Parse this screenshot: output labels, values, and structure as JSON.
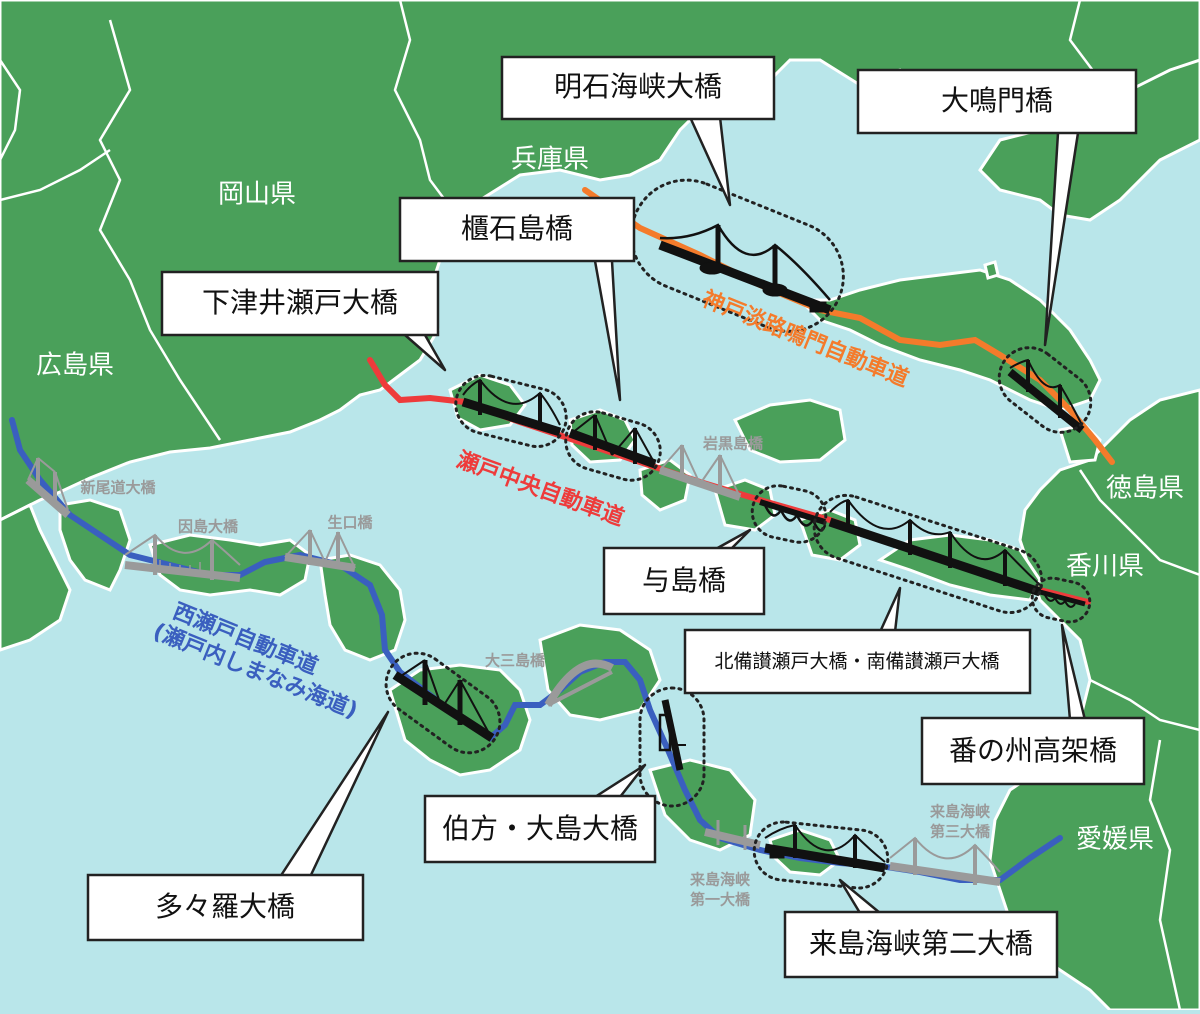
{
  "prefectures": {
    "okayama": "岡山県",
    "hyogo": "兵庫県",
    "hiroshima": "広島県",
    "tokushima": "徳島県",
    "kagawa": "香川県",
    "ehime": "愛媛県"
  },
  "routes": {
    "kobe_awaji": {
      "label": "神戸淡路鳴門自動車道",
      "color": "#f47b2b"
    },
    "seto_chuo": {
      "label": "瀬戸中央自動車道",
      "color": "#ee3b3b"
    },
    "nishiseto_line1": "西瀬戸自動車道",
    "nishiseto_line2": "(瀬戸内しまなみ海道)",
    "nishiseto_color": "#3a5fbf"
  },
  "callouts": {
    "akashi": "明石海峡大橋",
    "onaruto": "大鳴門橋",
    "hitsuishi": "櫃石島橋",
    "shimotsui": "下津井瀬戸大橋",
    "yoshima": "与島橋",
    "bisan": "北備讃瀬戸大橋・南備讃瀬戸大橋",
    "bannosu": "番の州高架橋",
    "hakata": "伯方・大島大橋",
    "tatara": "多々羅大橋",
    "kurushima2": "来島海峡第二大橋"
  },
  "minor_bridges": {
    "iwakurojima": "岩黒島橋",
    "shinonomichi": "新尾道大橋",
    "innoshima": "因島大橋",
    "ikuchi": "生口橋",
    "omishima": "大三島橋",
    "kurushima1_a": "来島海峡",
    "kurushima1_b": "第一大橋",
    "kurushima3_a": "来島海峡",
    "kurushima3_b": "第三大橋"
  },
  "colors": {
    "sea": "#b9e6ea",
    "land": "#4aa05a",
    "border": "#ffffff",
    "minor_bridge": "#9a9a9a"
  }
}
